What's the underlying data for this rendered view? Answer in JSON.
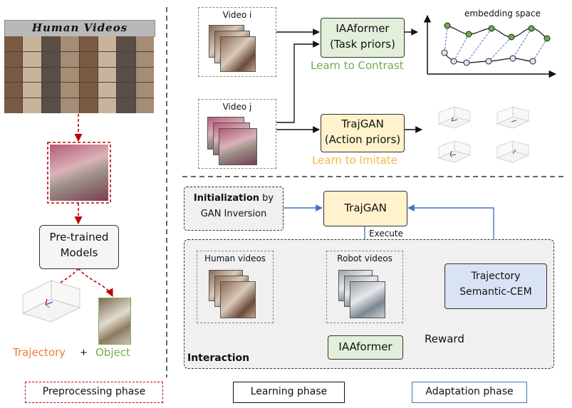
{
  "preprocessing": {
    "header": "Human Videos",
    "pretrained": [
      "Pre-trained",
      "Models"
    ],
    "trajectory": "Trajectory",
    "plus": "+",
    "object": "Object",
    "phase_label": "Preprocessing phase"
  },
  "learning": {
    "video_i": "Video i",
    "video_j": "Video j",
    "iaaformer_top": [
      "IAAformer",
      "(Task priors)"
    ],
    "learn_contrast": "Learn to Contrast",
    "trajgan_top": [
      "TrajGAN",
      "(Action priors)"
    ],
    "learn_imitate": "Learn to Imitate",
    "embedding_space": "embedding space",
    "phase_label": "Learning phase"
  },
  "adaptation": {
    "init_bold": "Initialization",
    "init_rest": " by",
    "init_line2": "GAN Inversion",
    "trajgan": "TrajGAN",
    "execute": "Execute",
    "human_videos": "Human videos",
    "robot_videos": "Robot videos",
    "cem": [
      "Trajectory",
      "Semantic-CEM"
    ],
    "iaaformer": "IAAformer",
    "reward": "Reward",
    "interaction": "Interaction",
    "phase_label": "Adaptation phase"
  },
  "colors": {
    "green_box_fill": "#e2efda",
    "green_text": "#70ad47",
    "yellow_box_fill": "#fff2cc",
    "yellow_text": "#f4b942",
    "blue_box_fill": "#dae3f3",
    "blue_line": "#4472c4",
    "red_dashed": "#c00000",
    "orange_text": "#ed7d31",
    "gray_fill": "#f0f0f0"
  }
}
